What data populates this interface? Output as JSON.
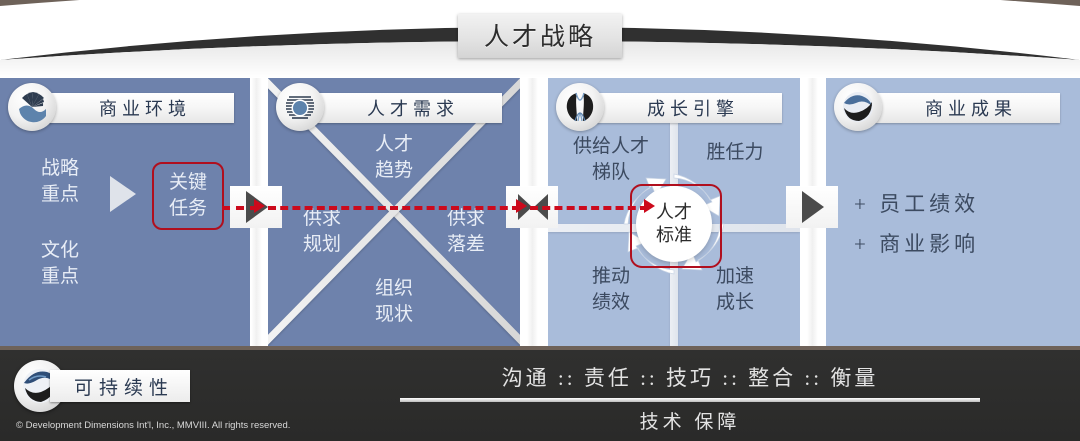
{
  "title": "人才战略",
  "panels": [
    {
      "id": "business-environment",
      "header": "商业环境",
      "logo": "fan-wave-logo-icon",
      "labels": {
        "strategy": "战略\n重点",
        "culture": "文化\n重点"
      },
      "strategy_line1": "战略",
      "strategy_line2": "重点",
      "culture_line1": "文化",
      "culture_line2": "重点",
      "key_task_line1": "关键",
      "key_task_line2": "任务"
    },
    {
      "id": "talent-demand",
      "header": "人才需求",
      "logo": "target-rings-logo-icon",
      "q_top_1": "人才",
      "q_top_2": "趋势",
      "q_left_1": "供求",
      "q_left_2": "规划",
      "q_right_1": "供求",
      "q_right_2": "落差",
      "q_bottom_1": "组织",
      "q_bottom_2": "现状"
    },
    {
      "id": "growth-engine",
      "header": "成长引擎",
      "logo": "engine-lobes-logo-icon",
      "q_tl_1": "供给人才",
      "q_tl_2": "梯队",
      "q_tr_1": "胜任力",
      "q_bl_1": "推动",
      "q_bl_2": "绩效",
      "q_br_1": "加速",
      "q_br_2": "成长",
      "center_1": "人才",
      "center_2": "标准"
    },
    {
      "id": "business-results",
      "header": "商业成果",
      "logo": "wave-sphere-logo-icon",
      "bullet_1": "+ 员工绩效",
      "bullet_2": "+ 商业影响"
    }
  ],
  "footer": {
    "logo": "swirl-globe-logo-icon",
    "label": "可持续性",
    "copyright": "© Development Dimensions Int'l, Inc., MMVIII.  All rights reserved.",
    "pillars": "沟通 :: 责任 :: 技巧 :: 整合 :: 衡量",
    "support": "技术 保障"
  },
  "colors": {
    "page_background": "#6e6259",
    "panel_dark": "#6e82ac",
    "panel_light": "#a9bcda",
    "accent_red": "#b00f1e",
    "dashed_red": "#cc0a1c",
    "footer_background": "#30302f",
    "header_text": "#2b3a52"
  },
  "connectors": [
    {
      "id": "connector-1",
      "type": "arrow-right-icon"
    },
    {
      "id": "connector-2",
      "type": "arrow-double-icon"
    },
    {
      "id": "connector-3",
      "type": "arrow-right-icon"
    }
  ]
}
